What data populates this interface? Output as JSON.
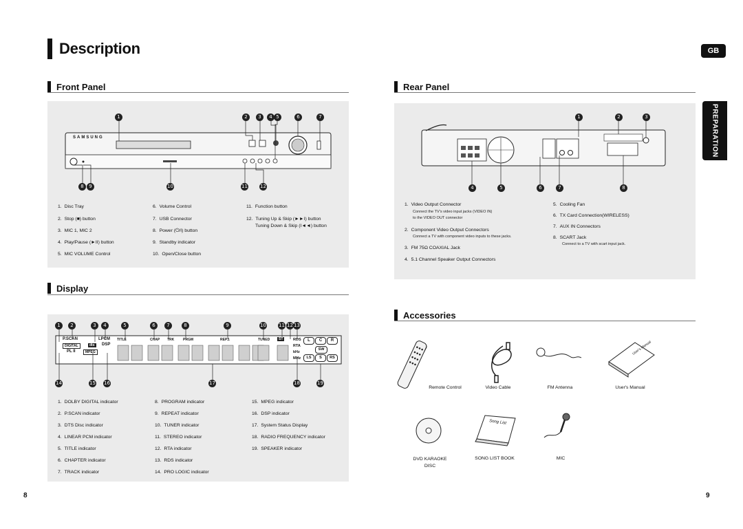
{
  "page": {
    "title": "Description",
    "lang_badge": "GB",
    "side_tab": "PREPARATION",
    "page_left": "8",
    "page_right": "9"
  },
  "front_panel": {
    "heading": "Front Panel",
    "brand": "SAMSUNG",
    "callouts_top": [
      "1",
      "2",
      "3",
      "4",
      "5",
      "6",
      "7"
    ],
    "callouts_bottom": [
      "8",
      "9",
      "10",
      "11",
      "12"
    ],
    "items": [
      {
        "n": "1.",
        "t": "Disc Tray"
      },
      {
        "n": "2.",
        "t": "Stop (■) button"
      },
      {
        "n": "3.",
        "t": "MIC 1, MIC 2"
      },
      {
        "n": "4.",
        "t": "Play/Pause (►II) button"
      },
      {
        "n": "5.",
        "t": "MIC VOLUME Control"
      },
      {
        "n": "6.",
        "t": "Volume Control"
      },
      {
        "n": "7.",
        "t": "USB Connector"
      },
      {
        "n": "8.",
        "t": "Power (⏻/I) button"
      },
      {
        "n": "9.",
        "t": "Standby indicator"
      },
      {
        "n": "10.",
        "t": "Open/Close button"
      },
      {
        "n": "11.",
        "t": "Function button"
      },
      {
        "n": "12.",
        "t": "Tuning Up & Skip (►►I) button"
      },
      {
        "n": "",
        "t": "Tuning Down & Skip (I◄◄) button"
      }
    ]
  },
  "rear_panel": {
    "heading": "Rear Panel",
    "callouts_top": [
      "1",
      "2",
      "3"
    ],
    "callouts_bottom": [
      "4",
      "5",
      "6",
      "7",
      "8"
    ],
    "items": [
      {
        "n": "1.",
        "t": "Video Output Connector",
        "sub": [
          "Connect the TV's video input jacks (VIDEO IN)",
          "to the VIDEO OUT connector"
        ]
      },
      {
        "n": "2.",
        "t": "Component Video Output Connectors",
        "sub": [
          "Connect a TV with component video inputs to these jacks."
        ]
      },
      {
        "n": "3.",
        "t": "FM 75Ω COAXIAL Jack",
        "sub": []
      },
      {
        "n": "4.",
        "t": "5.1 Channel Speaker Output Connectors",
        "sub": []
      },
      {
        "n": "5.",
        "t": "Cooling Fan",
        "sub": []
      },
      {
        "n": "6.",
        "t": "TX Card Connection(WIRELESS)",
        "sub": []
      },
      {
        "n": "7.",
        "t": "AUX IN Connectors",
        "sub": []
      },
      {
        "n": "8.",
        "t": "SCART Jack",
        "sub": [
          "Connect to a TV with scart input jack."
        ]
      }
    ]
  },
  "display": {
    "heading": "Display",
    "callouts_top": [
      "1",
      "2",
      "3",
      "4",
      "5",
      "6",
      "7",
      "8",
      "9",
      "10",
      "11",
      "12",
      "13"
    ],
    "callouts_bottom": [
      "14",
      "15",
      "16",
      "17",
      "18",
      "19"
    ],
    "indicators_top": [
      "P.SCAN",
      "LPCM",
      "TITLE",
      "CHAP",
      "TRK",
      "PRGM",
      "REP.1",
      "TUNED",
      "ST",
      "RDS"
    ],
    "indicators_left": [
      "DIGITAL",
      "dts",
      "DSP",
      "PL II",
      "MPEG"
    ],
    "indicators_right": [
      "RTA",
      "kHz",
      "MHz"
    ],
    "speakers": [
      "L",
      "C",
      "R",
      "SW",
      "LS",
      "S",
      "RS"
    ],
    "items": [
      {
        "n": "1.",
        "t": "DOLBY DIGITAL indicator"
      },
      {
        "n": "2.",
        "t": "P.SCAN indicator"
      },
      {
        "n": "3.",
        "t": "DTS Disc indicator"
      },
      {
        "n": "4.",
        "t": "LINEAR PCM indicator"
      },
      {
        "n": "5.",
        "t": "TITLE indicator"
      },
      {
        "n": "6.",
        "t": "CHAPTER indicator"
      },
      {
        "n": "7.",
        "t": "TRACK indicator"
      },
      {
        "n": "8.",
        "t": "PROGRAM indicator"
      },
      {
        "n": "9.",
        "t": "REPEAT indicator"
      },
      {
        "n": "10.",
        "t": "TUNER indicator"
      },
      {
        "n": "11.",
        "t": "STEREO indicator"
      },
      {
        "n": "12.",
        "t": "RTA indicator"
      },
      {
        "n": "13.",
        "t": "RDS indicator"
      },
      {
        "n": "14.",
        "t": "PRO LOGIC indicator"
      },
      {
        "n": "15.",
        "t": "MPEG indicator"
      },
      {
        "n": "16.",
        "t": "DSP indicator"
      },
      {
        "n": "17.",
        "t": "System Status Display"
      },
      {
        "n": "18.",
        "t": "RADIO FREQUENCY indicator"
      },
      {
        "n": "19.",
        "t": "SPEAKER indicator"
      }
    ]
  },
  "accessories": {
    "heading": "Accessories",
    "items": [
      {
        "label": "Remote Control"
      },
      {
        "label": "Video Cable"
      },
      {
        "label": "FM Antenna"
      },
      {
        "label": "User's Manual"
      },
      {
        "label": "DVD KARAOKE DISC"
      },
      {
        "label": "SONG LIST BOOK"
      },
      {
        "label": "MIC"
      }
    ],
    "manual_cover_text": "User's Manual",
    "songlist_cover_text": "Song List"
  }
}
